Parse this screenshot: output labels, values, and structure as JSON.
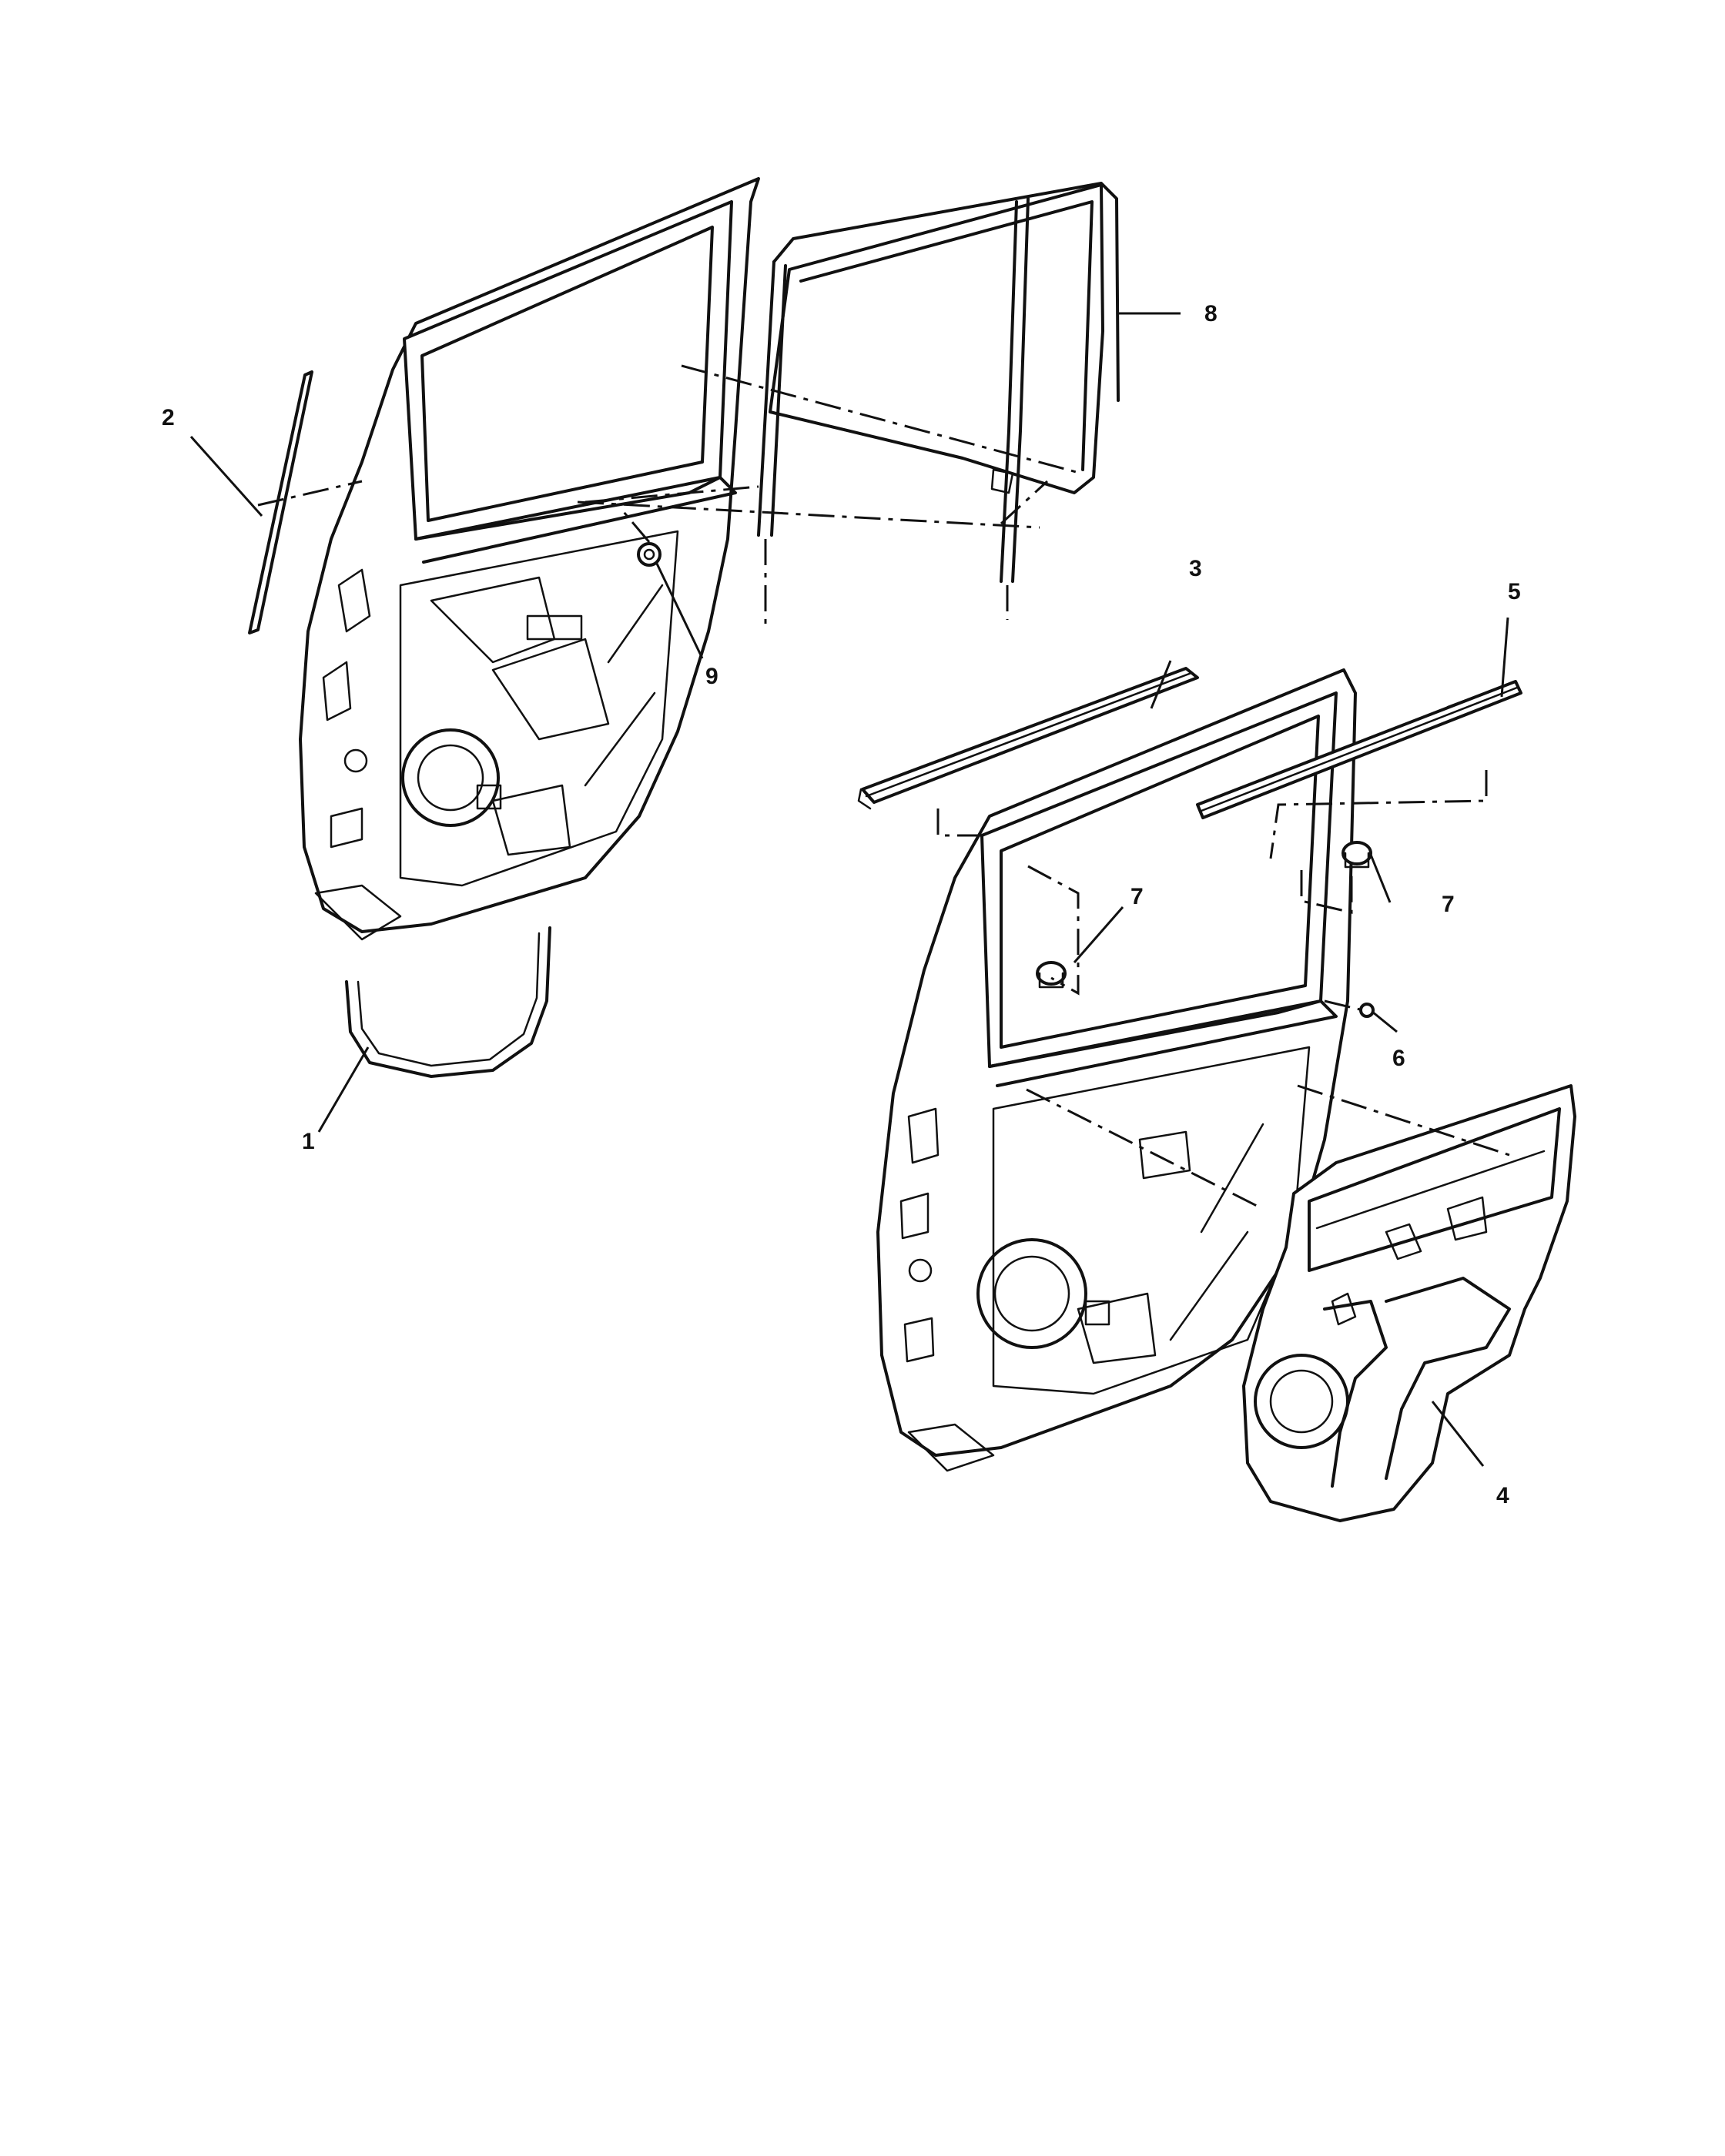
{
  "callouts": {
    "c1": "1",
    "c2": "2",
    "c3": "3",
    "c4": "4",
    "c5": "5",
    "c6": "6",
    "c7a": "7",
    "c7b": "7",
    "c8": "8",
    "c9": "9"
  },
  "colors": {
    "line": "#111111",
    "background": "#ffffff"
  }
}
